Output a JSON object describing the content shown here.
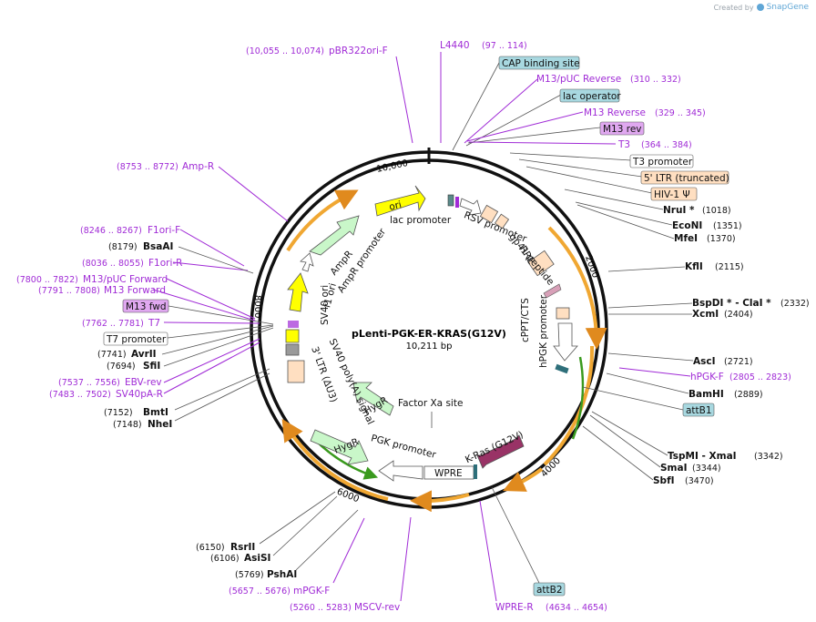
{
  "credit": {
    "prefix": "Created by",
    "brand": "SnapGene"
  },
  "center": {
    "name": "pLenti-PGK-ER-KRAS(G12V)",
    "length": "10,211 bp"
  },
  "ticks": [
    "10,000",
    "2000",
    "4000",
    "6000",
    "8000"
  ],
  "colors": {
    "ori": "#ffff00",
    "marker": "#c9f7c9",
    "promoter": "#ffffff",
    "ltr": "#ffdfc1",
    "orf": "#993366",
    "primer": "#a02bd6",
    "arrow": "#f0a732",
    "green": "#3a9a1e"
  },
  "features": {
    "ori": "ori",
    "lac_promoter": "lac promoter",
    "rsv_promoter": "RSV promoter",
    "rre": "RRE",
    "gp41": "gp41 peptide",
    "cppt": "cPPT/CTS",
    "hpgk": "hPGK promoter",
    "kras": "K-Ras (G12V)",
    "wpre": "WPRE",
    "pgk": "PGK promoter",
    "hygr_outer": "HygR",
    "hygr_inner": "HygR",
    "factor_xa": "Factor Xa site",
    "ltr3": "3' LTR (ΔU3)",
    "sv40_polya": "SV40 poly(A) signal",
    "sv40_ori": "SV40 ori",
    "f1_ori": "f1 ori",
    "ampr": "AmpR",
    "ampr_promoter": "AmpR promoter"
  },
  "boxes": {
    "cap": "CAP binding site",
    "lacop": "lac operator",
    "m13rev": "M13 rev",
    "t3prom": "T3 promoter",
    "ltr5": "5' LTR (truncated)",
    "hiv": "HIV-1 Ψ",
    "attb1": "attB1",
    "attb2": "attB2",
    "m13fwd": "M13 fwd",
    "t7prom": "T7 promoter"
  },
  "labels": {
    "pbr": {
      "coord": "(10,055 .. 10,074)",
      "name": "pBR322ori-F"
    },
    "l4440": {
      "name": "L4440",
      "coord": "(97 .. 114)"
    },
    "m13puc_rev": {
      "name": "M13/pUC Reverse",
      "coord": "(310 .. 332)"
    },
    "m13_reverse": {
      "name": "M13 Reverse",
      "coord": "(329 .. 345)"
    },
    "t3": {
      "name": "T3",
      "coord": "(364 .. 384)"
    },
    "nrui": {
      "name": "NruI *",
      "coord": "(1018)"
    },
    "econi": {
      "name": "EcoNI",
      "coord": "(1351)"
    },
    "mfei": {
      "name": "MfeI",
      "coord": "(1370)"
    },
    "kfli": {
      "name": "KflI",
      "coord": "(2115)"
    },
    "bspdi": {
      "name": "BspDI * - ClaI *",
      "coord": "(2332)"
    },
    "xcmi": {
      "name": "XcmI",
      "coord": "(2404)"
    },
    "asci": {
      "name": "AscI",
      "coord": "(2721)"
    },
    "hpgkf": {
      "name": "hPGK-F",
      "coord": "(2805 .. 2823)"
    },
    "bamhi": {
      "name": "BamHI",
      "coord": "(2889)"
    },
    "tspmi": {
      "name": "TspMI - XmaI",
      "coord": "(3342)"
    },
    "smai": {
      "name": "SmaI",
      "coord": "(3344)"
    },
    "sbfi": {
      "name": "SbfI",
      "coord": "(3470)"
    },
    "wprer": {
      "name": "WPRE-R",
      "coord": "(4634 .. 4654)"
    },
    "msvrev": {
      "coord": "(5260 .. 5283)",
      "name": "MSCV-rev"
    },
    "mpgkf": {
      "coord": "(5657 .. 5676)",
      "name": "mPGK-F"
    },
    "pshai": {
      "coord": "(5769)",
      "name": "PshAI"
    },
    "asisi": {
      "coord": "(6106)",
      "name": "AsiSI"
    },
    "rsrii": {
      "coord": "(6150)",
      "name": "RsrII"
    },
    "nhei": {
      "coord": "(7148)",
      "name": "NheI"
    },
    "bmti": {
      "coord": "(7152)",
      "name": "BmtI"
    },
    "sv40par": {
      "coord": "(7483 .. 7502)",
      "name": "SV40pA-R"
    },
    "ebvrev": {
      "coord": "(7537 .. 7556)",
      "name": "EBV-rev"
    },
    "sfii": {
      "coord": "(7694)",
      "name": "SfiI"
    },
    "avrii": {
      "coord": "(7741)",
      "name": "AvrII"
    },
    "t7": {
      "coord": "(7762 .. 7781)",
      "name": "T7"
    },
    "m13forward": {
      "coord": "(7791 .. 7808)",
      "name": "M13 Forward"
    },
    "m13puc_fwd": {
      "coord": "(7800 .. 7822)",
      "name": "M13/pUC Forward"
    },
    "f1orir": {
      "coord": "(8036 .. 8055)",
      "name": "F1ori-R"
    },
    "bsaai": {
      "coord": "(8179)",
      "name": "BsaAI"
    },
    "f1orif": {
      "coord": "(8246 .. 8267)",
      "name": "F1ori-F"
    },
    "ampr_primer": {
      "coord": "(8753 .. 8772)",
      "name": "Amp-R"
    }
  }
}
